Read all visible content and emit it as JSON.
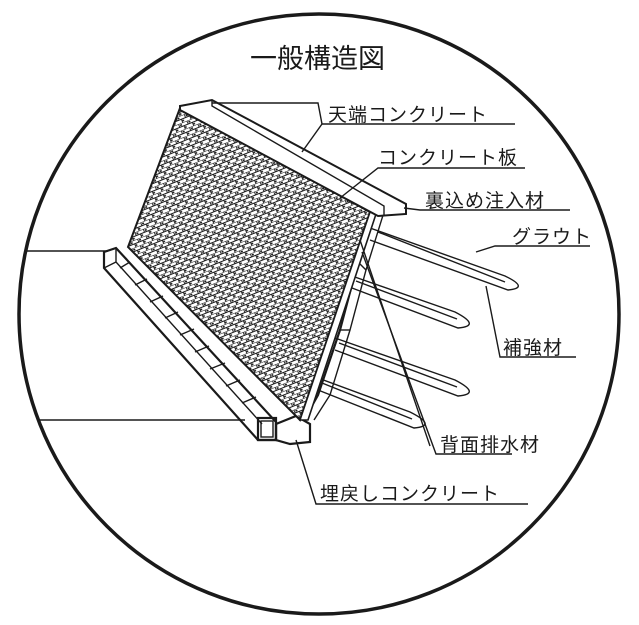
{
  "title": "一般構造図",
  "labels": {
    "crest_concrete": "天端コンクリート",
    "concrete_panel": "コンクリート板",
    "backfill_grout": "裏込め注入材",
    "grout": "グラウト",
    "reinforcement": "補強材",
    "back_drain": "背面排水材",
    "backfill_concrete": "埋戻しコンクリート"
  },
  "colors": {
    "ink": "#1a1a1a",
    "background": "#ffffff"
  }
}
